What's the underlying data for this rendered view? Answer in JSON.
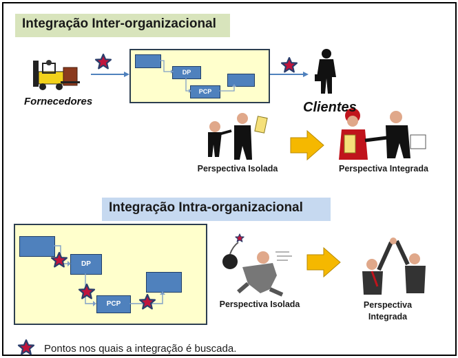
{
  "titles": {
    "inter": "Integração Inter-organizacional",
    "intra": "Integração Intra-organizacional"
  },
  "labels": {
    "fornecedores": "Fornecedores",
    "clientes": "Clientes",
    "persp_isolada_top": "Perspectiva Isolada",
    "persp_integrada_top": "Perspectiva Integrada",
    "persp_isolada_bottom": "Perspectiva Isolada",
    "persp_integrada_bottom": "Perspectiva Integrada"
  },
  "blocks": {
    "dp": "DP",
    "pcp": "PCP"
  },
  "legend": {
    "text": "Pontos nos quais a integração é buscada.",
    "icon": "star-icon"
  },
  "colors": {
    "inter_title_bg": "#d8e4bc",
    "intra_title_bg": "#c6d9f0",
    "panel_bg": "#ffffcc",
    "block_fill": "#4f81bd",
    "star_fill": "#c0143c",
    "star_stroke": "#2a3d6b",
    "arrow_fill": "#f5b800"
  }
}
